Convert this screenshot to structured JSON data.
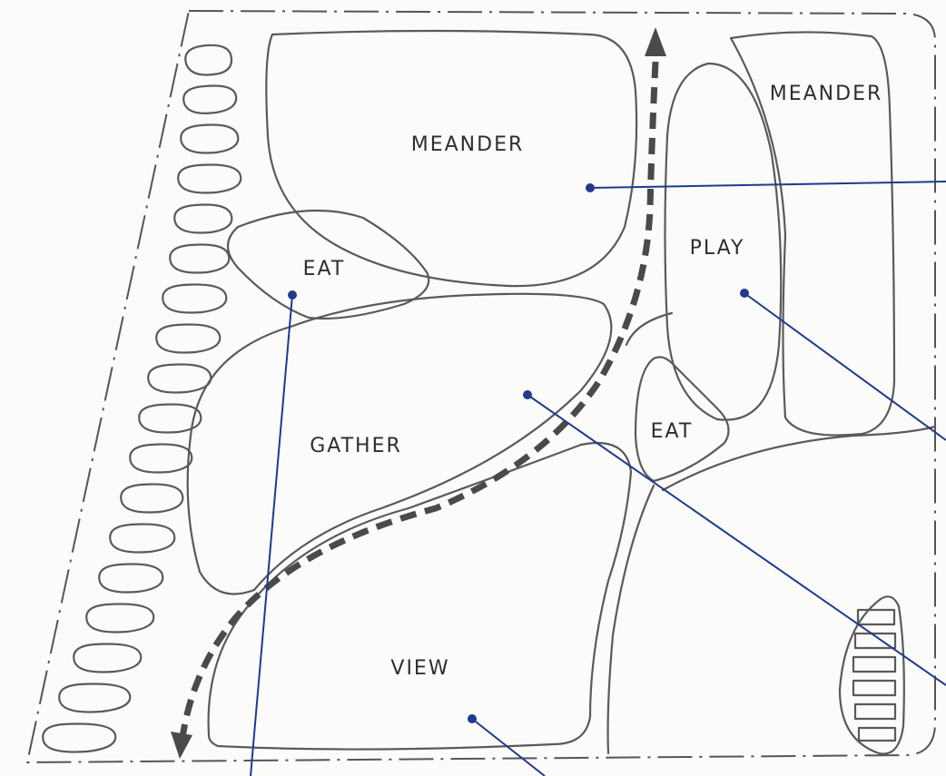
{
  "zones": {
    "meander_large": "MEANDER",
    "meander_small": "MEANDER",
    "play": "PLAY",
    "eat_left": "EAT",
    "eat_right": "EAT",
    "gather": "GATHER",
    "view": "VIEW"
  },
  "colors": {
    "sketch_line": "#5a5a5a",
    "leader_line": "#1f3a8f"
  }
}
